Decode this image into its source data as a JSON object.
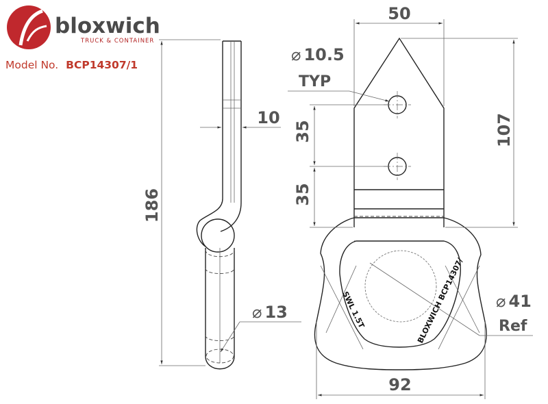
{
  "branding": {
    "company": "bloxwich",
    "tagline": "TRUCK & CONTAINER",
    "model_prefix": "Model No.",
    "model_number": "BCP14307/1",
    "logo_color": "#c0282d"
  },
  "dimensions": {
    "width_top": "50",
    "hole_dia": "10.5",
    "hole_typ": "TYP",
    "thickness": "10",
    "upper_spacing": "35",
    "lower_spacing": "35",
    "total_height": "186",
    "plate_height": "107",
    "ring_dia": "13",
    "inner_dia": "41",
    "inner_ref": "Ref",
    "overall_width": "92",
    "diameter_symbol": "⌀"
  },
  "engravings": {
    "swl": "SWL 1.5T",
    "brand_code": "BLOXWICH BCP14307/"
  }
}
